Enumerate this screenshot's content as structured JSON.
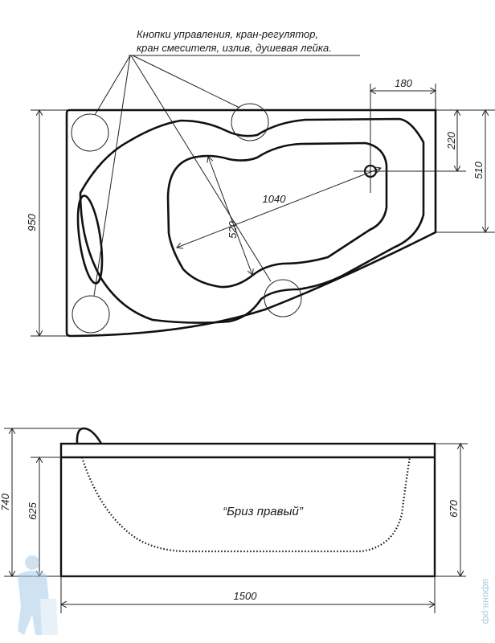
{
  "plan_view": {
    "callout_line1": "Кнопки управления, кран-регулятор,",
    "callout_line2": "кран смесителя, излив, душевая лейка.",
    "dim_length_inner": "1040",
    "dim_width_inner": "520",
    "dim_drain_x": "180",
    "dim_drain_y": "220",
    "dim_right_side": "510",
    "dim_width_total": "950"
  },
  "side_view": {
    "model_name": "“Бриз правый”",
    "dim_height_total": "740",
    "dim_height_rim": "625",
    "dim_height_right": "670",
    "dim_length_total": "1500"
  },
  "watermark": "афоня.рф",
  "colors": {
    "line": "#111111",
    "watermark": "#a9cbe6"
  }
}
